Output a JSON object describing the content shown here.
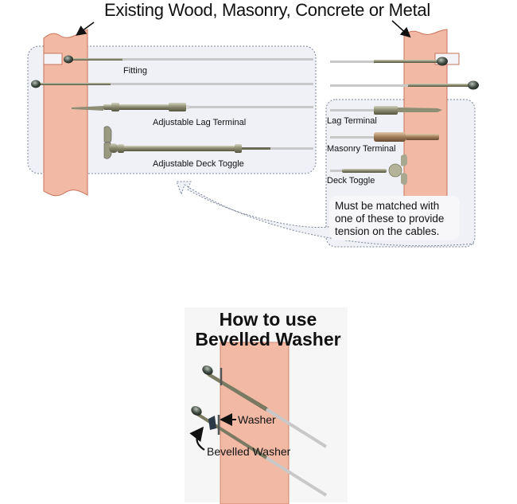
{
  "diagram": {
    "heading": "Existing Wood, Masonry, Concrete or Metal",
    "left_panel_labels": {
      "fitting": "Fitting",
      "adjustable_lag_terminal": "Adjustable Lag Terminal",
      "adjustable_deck_toggle": "Adjustable Deck Toggle"
    },
    "right_panel_labels": {
      "lag_terminal": "Lag Terminal",
      "masonry_terminal": "Masonry Terminal",
      "deck_toggle": "Deck Toggle"
    },
    "note": {
      "line1": "Must be matched with",
      "line2": "one of these to provide",
      "line3": "tension on the cables."
    }
  },
  "bevelled_washer": {
    "title_line1": "How to use",
    "title_line2": "Bevelled Washer",
    "washer_label": "Washer",
    "bevelled_washer_label": "Bevelled Washer"
  },
  "colors": {
    "post_fill": "#f2b9a5",
    "post_stroke": "#c8735a",
    "panel_fill": "#eff1f7",
    "panel_border": "#7a8596",
    "cable": "#c8c8c8",
    "metal": "#8a8a72"
  }
}
